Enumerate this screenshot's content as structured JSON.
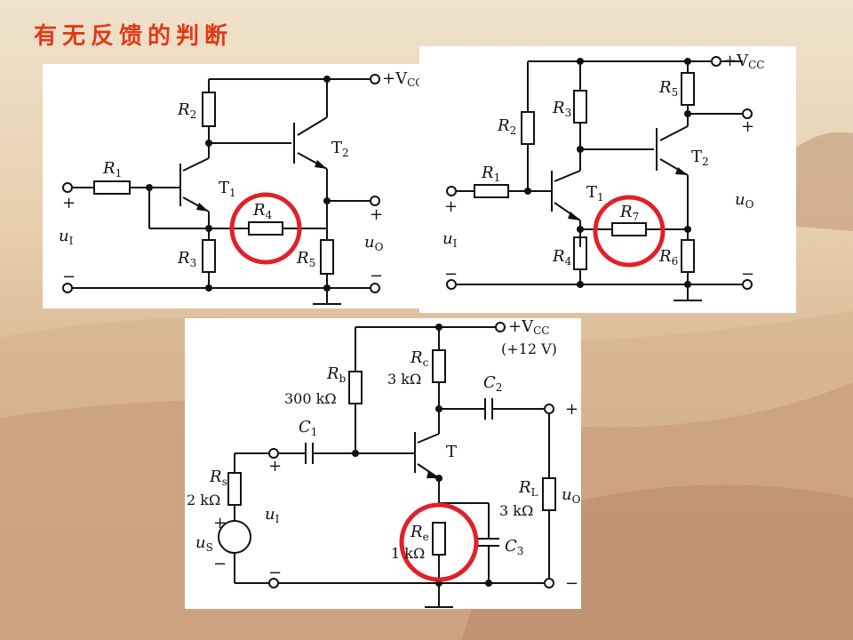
{
  "slide": {
    "title": "有无反馈的判断",
    "colors": {
      "title": "#e23a18",
      "highlight": "#e0202a",
      "wire": "#111111"
    }
  },
  "circuit1": {
    "R1": "R",
    "R1_sub": "1",
    "R2": "R",
    "R2_sub": "2",
    "R3": "R",
    "R3_sub": "3",
    "R4": "R",
    "R4_sub": "4",
    "R5": "R",
    "R5_sub": "5",
    "T1": "T",
    "T1_sub": "1",
    "T2": "T",
    "T2_sub": "2",
    "vcc": "+V",
    "vcc_sub": "CC",
    "ui": "u",
    "ui_sub": "I",
    "uo": "u",
    "uo_sub": "O",
    "plus": "+",
    "minus": "−"
  },
  "circuit2": {
    "R1": "R",
    "R1_sub": "1",
    "R2": "R",
    "R2_sub": "2",
    "R3": "R",
    "R3_sub": "3",
    "R4": "R",
    "R4_sub": "4",
    "R5": "R",
    "R5_sub": "5",
    "R6": "R",
    "R6_sub": "6",
    "R7": "R",
    "R7_sub": "7",
    "T1": "T",
    "T1_sub": "1",
    "T2": "T",
    "T2_sub": "2",
    "vcc": "+V",
    "vcc_sub": "CC",
    "ui": "u",
    "ui_sub": "I",
    "uo": "u",
    "uo_sub": "O",
    "plus": "+",
    "minus": "−"
  },
  "circuit3": {
    "vcc": "+V",
    "vcc_sub": "CC",
    "vcc_value": "(+12 V)",
    "Rb": "R",
    "Rb_sub": "b",
    "Rb_value": "300 kΩ",
    "Rc": "R",
    "Rc_sub": "c",
    "Rc_value": "3 kΩ",
    "Rs": "R",
    "Rs_sub": "s",
    "Rs_value": "2 kΩ",
    "Re": "R",
    "Re_sub": "e",
    "Re_value": "1 kΩ",
    "RL": "R",
    "RL_sub": "L",
    "RL_value": "3 kΩ",
    "C1": "C",
    "C1_sub": "1",
    "C2": "C",
    "C2_sub": "2",
    "C3": "C",
    "C3_sub": "3",
    "T": "T",
    "ui": "u",
    "ui_sub": "I",
    "uo": "u",
    "uo_sub": "O",
    "us": "u",
    "us_sub": "S",
    "plus": "+",
    "minus": "−"
  }
}
